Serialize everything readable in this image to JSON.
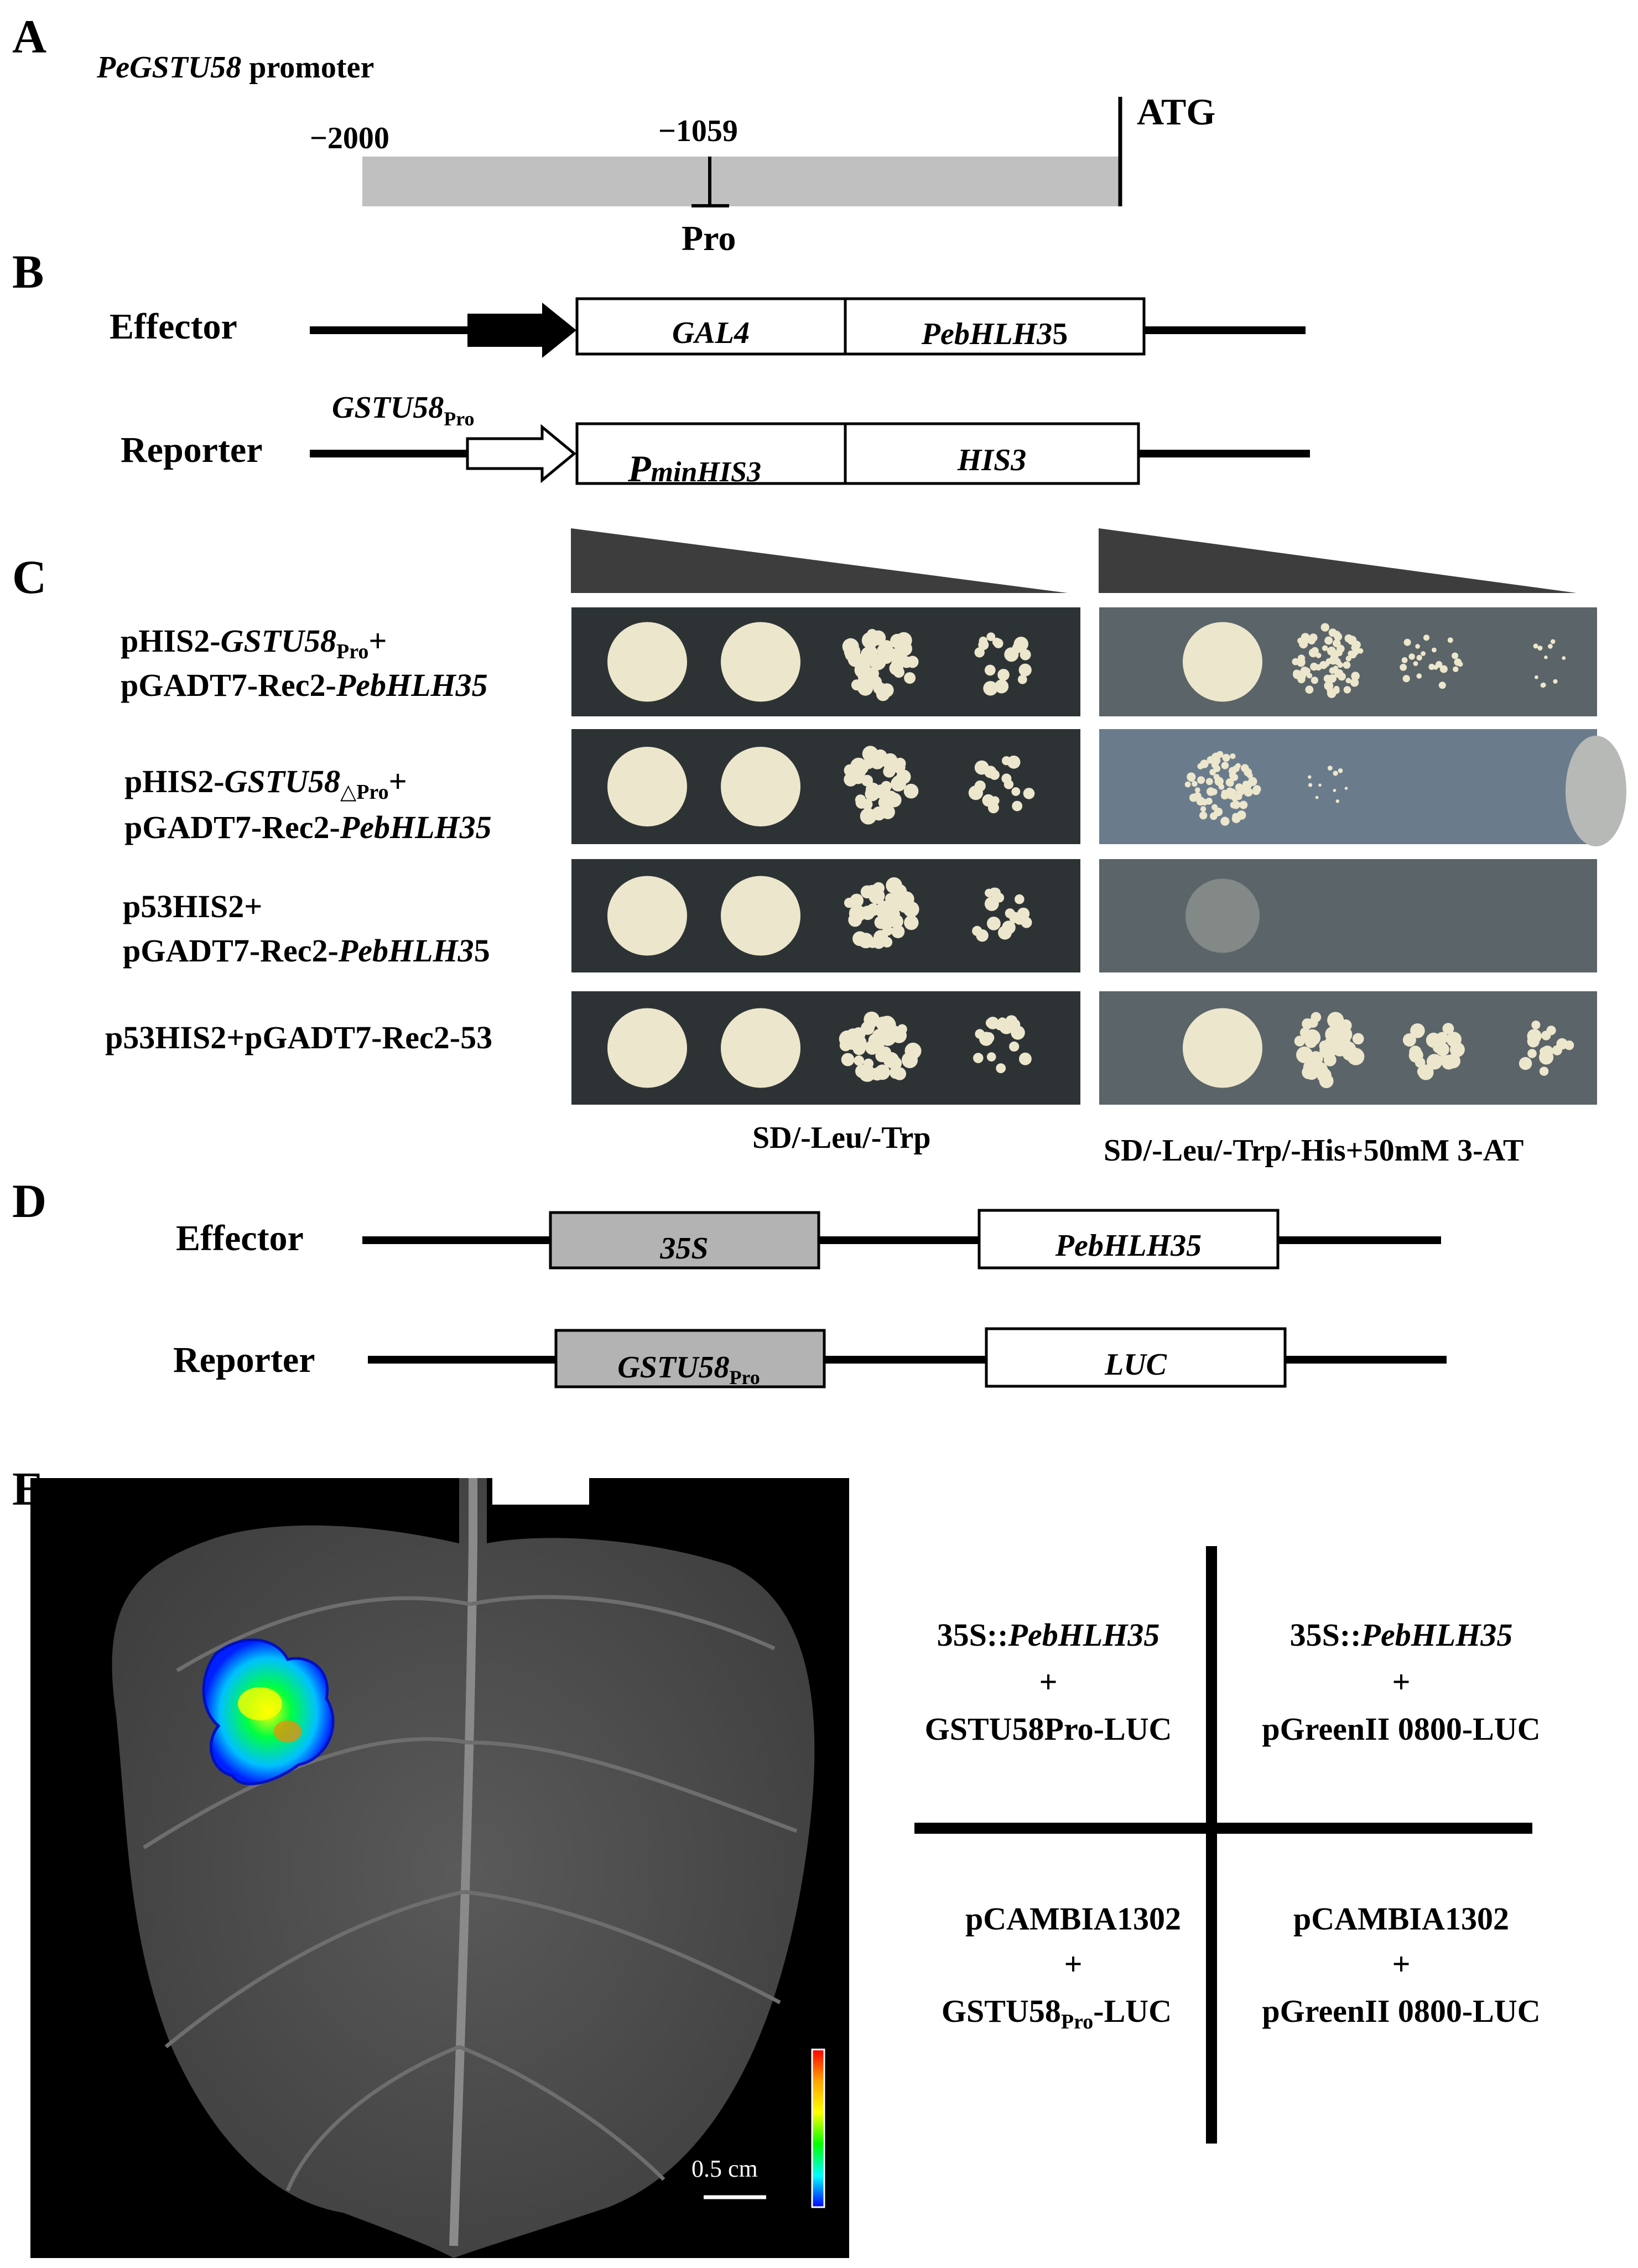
{
  "panels": {
    "A": "A",
    "B": "B",
    "C": "C",
    "D": "D",
    "E": "E"
  },
  "panel_a": {
    "title_gene": "PeGSTU58",
    "title_suffix": " promoter",
    "start_label": "−2000",
    "site_label": "−1059",
    "site_name": "Pro",
    "atg_label": "ATG"
  },
  "panel_b": {
    "effector_label": "Effector",
    "gal4": "GAL4",
    "pebhlh_gene": "PebHLH3",
    "pebhlh_tail": "5",
    "reporter_label": "Reporter",
    "gstu_gene": "GSTU58",
    "gstu_sub": "Pro",
    "pmin_p": "P",
    "pmin_rest": "minHIS3",
    "his3": "HIS3"
  },
  "panel_c": {
    "rows": [
      {
        "l1_pre": "pHIS2-",
        "l1_gene": "GSTU58",
        "l1_sub": "Pro",
        "l1_post": "+",
        "l2_pre": "pGADT7-Rec2-",
        "l2_gene": "PebHLH35",
        "l2_post": ""
      },
      {
        "l1_pre": "pHIS2-",
        "l1_gene": "GSTU58",
        "l1_sub": "△Pro",
        "l1_post": "+",
        "l2_pre": "pGADT7-Rec2-",
        "l2_gene": "PebHLH35",
        "l2_post": ""
      },
      {
        "l1_pre": "p53HIS2+",
        "l1_gene": "",
        "l1_sub": "",
        "l1_post": "",
        "l2_pre": "pGADT7-Rec2-",
        "l2_gene": "PebHLH3",
        "l2_post": "5"
      },
      {
        "single": "p53HIS2+pGADT7-Rec2-53"
      }
    ],
    "left_medium": "SD/-Leu/-Trp",
    "right_medium": "SD/-Leu/-Trp/-His+50mM 3-AT"
  },
  "panel_d": {
    "effector_label": "Effector",
    "promoter_35s": "35S",
    "pebhlh": "PebHLH35",
    "reporter_label": "Reporter",
    "gstu_gene": "GSTU58",
    "gstu_sub": "Pro",
    "luc": "LUC"
  },
  "panel_e": {
    "scale_bar": "0.5 cm",
    "q1": {
      "line1_pre": "35S::",
      "line1_gene": "PebHLH35",
      "plus": "+",
      "line3": "GSTU58Pro-LUC"
    },
    "q2": {
      "line1_pre": "35S::",
      "line1_gene": "PebHLH35",
      "plus": "+",
      "line3": "pGreenII 0800-LUC"
    },
    "q3": {
      "line1": "pCAMBIA1302",
      "plus": "+",
      "line3_pre": "GSTU58",
      "line3_sub": "Pro",
      "line3_post": "-LUC"
    },
    "q4": {
      "line1": "pCAMBIA1302",
      "plus": "+",
      "line3": "pGreenII 0800-LUC"
    }
  },
  "colors": {
    "promoter_bar": "#c0c0c0",
    "gray_box": "#b3b3b3",
    "plate_left": "#2d3335",
    "plate_right": "#5b6468",
    "colony": "#ece6cc",
    "leaf_bg": "#000000"
  },
  "heatmap_scale": [
    "#ff0000",
    "#ffa500",
    "#ffff00",
    "#00ff00",
    "#00ffff",
    "#0000ff"
  ]
}
